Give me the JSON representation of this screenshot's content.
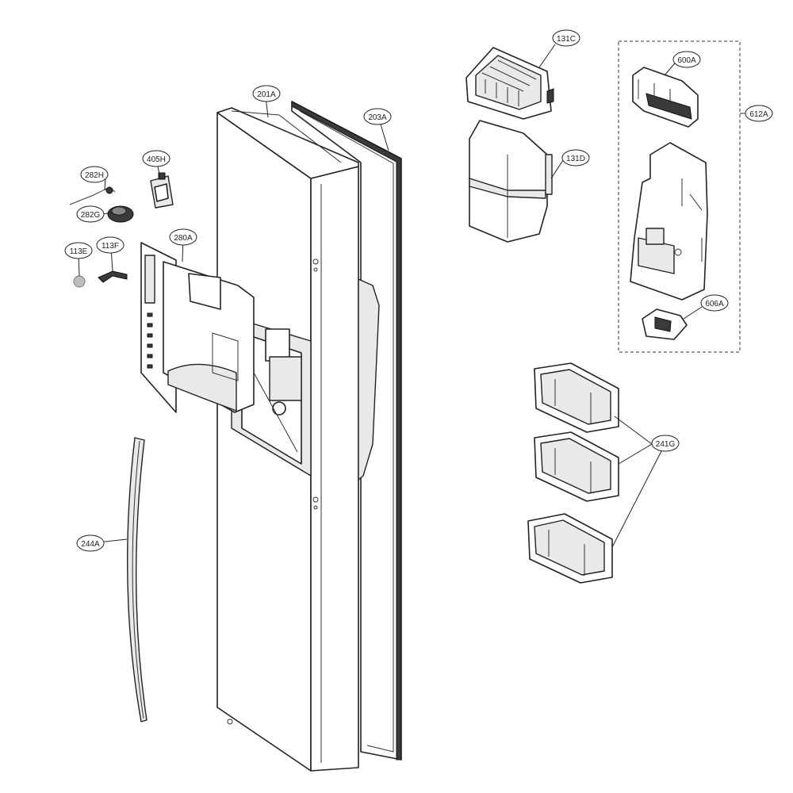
{
  "labels": {
    "l131C": "131C",
    "l131D": "131D",
    "l600A": "600A",
    "l612A": "612A",
    "l606A": "606A",
    "l201A": "201A",
    "l203A": "203A",
    "l405H": "405H",
    "l282H": "282H",
    "l282G": "282G",
    "l113E": "113E",
    "l113F": "113F",
    "l280A": "280A",
    "l241G": "241G",
    "l244A": "244A"
  }
}
